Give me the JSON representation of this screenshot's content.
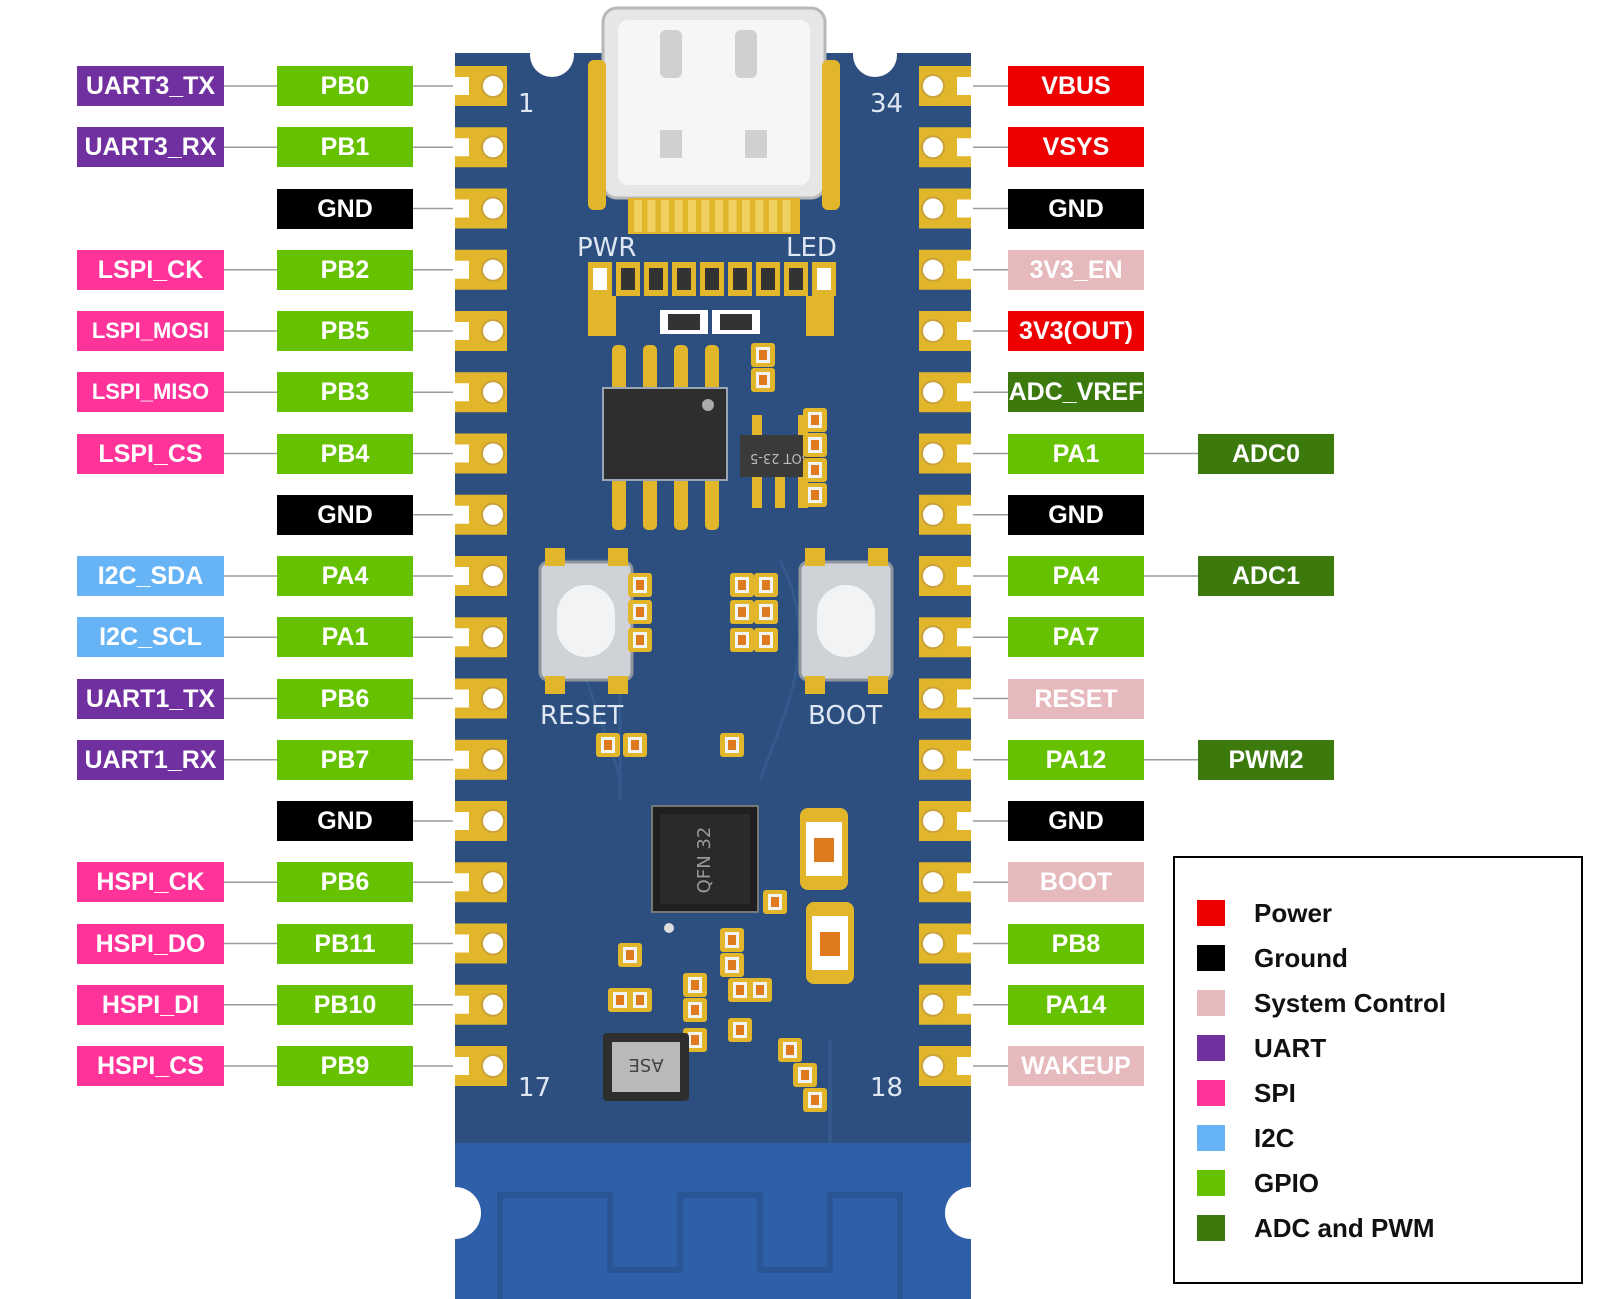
{
  "colors": {
    "power": "#ee0000",
    "ground": "#000000",
    "system": "#e6b9bd",
    "uart": "#7030a0",
    "spi": "#ff3399",
    "i2c": "#66b3f5",
    "gpio": "#66c200",
    "adcpwm": "#3d7a0e"
  },
  "board": {
    "pin_first": "1",
    "pin_right_top": "34",
    "pin_left_bottom": "17",
    "pin_right_bottom": "18",
    "pwr": "PWR",
    "led": "LED",
    "reset": "RESET",
    "boot": "BOOT",
    "chip": "QFN 32",
    "sot": "SOT 23-5",
    "crystal": "ASE"
  },
  "left_pins": [
    {
      "func": "UART3_TX",
      "func_type": "uart",
      "pin": "PB0",
      "pin_type": "gpio"
    },
    {
      "func": "UART3_RX",
      "func_type": "uart",
      "pin": "PB1",
      "pin_type": "gpio"
    },
    {
      "func": "",
      "func_type": "",
      "pin": "GND",
      "pin_type": "ground"
    },
    {
      "func": "LSPI_CK",
      "func_type": "spi",
      "pin": "PB2",
      "pin_type": "gpio"
    },
    {
      "func": "LSPI_MOSI",
      "func_type": "spi",
      "pin": "PB5",
      "pin_type": "gpio"
    },
    {
      "func": "LSPI_MISO",
      "func_type": "spi",
      "pin": "PB3",
      "pin_type": "gpio"
    },
    {
      "func": "LSPI_CS",
      "func_type": "spi",
      "pin": "PB4",
      "pin_type": "gpio"
    },
    {
      "func": "",
      "func_type": "",
      "pin": "GND",
      "pin_type": "ground"
    },
    {
      "func": "I2C_SDA",
      "func_type": "i2c",
      "pin": "PA4",
      "pin_type": "gpio"
    },
    {
      "func": "I2C_SCL",
      "func_type": "i2c",
      "pin": "PA1",
      "pin_type": "gpio"
    },
    {
      "func": "UART1_TX",
      "func_type": "uart",
      "pin": "PB6",
      "pin_type": "gpio"
    },
    {
      "func": "UART1_RX",
      "func_type": "uart",
      "pin": "PB7",
      "pin_type": "gpio"
    },
    {
      "func": "",
      "func_type": "",
      "pin": "GND",
      "pin_type": "ground"
    },
    {
      "func": "HSPI_CK",
      "func_type": "spi",
      "pin": "PB6",
      "pin_type": "gpio"
    },
    {
      "func": "HSPI_DO",
      "func_type": "spi",
      "pin": "PB11",
      "pin_type": "gpio"
    },
    {
      "func": "HSPI_DI",
      "func_type": "spi",
      "pin": "PB10",
      "pin_type": "gpio"
    },
    {
      "func": "HSPI_CS",
      "func_type": "spi",
      "pin": "PB9",
      "pin_type": "gpio"
    }
  ],
  "right_pins": [
    {
      "pin": "VBUS",
      "pin_type": "power",
      "extra": "",
      "extra_type": ""
    },
    {
      "pin": "VSYS",
      "pin_type": "power",
      "extra": "",
      "extra_type": ""
    },
    {
      "pin": "GND",
      "pin_type": "ground",
      "extra": "",
      "extra_type": ""
    },
    {
      "pin": "3V3_EN",
      "pin_type": "system",
      "extra": "",
      "extra_type": ""
    },
    {
      "pin": "3V3(OUT)",
      "pin_type": "power",
      "extra": "",
      "extra_type": ""
    },
    {
      "pin": "ADC_VREF",
      "pin_type": "adcpwm",
      "extra": "",
      "extra_type": ""
    },
    {
      "pin": "PA1",
      "pin_type": "gpio",
      "extra": "ADC0",
      "extra_type": "adcpwm"
    },
    {
      "pin": "GND",
      "pin_type": "ground",
      "extra": "",
      "extra_type": ""
    },
    {
      "pin": "PA4",
      "pin_type": "gpio",
      "extra": "ADC1",
      "extra_type": "adcpwm"
    },
    {
      "pin": "PA7",
      "pin_type": "gpio",
      "extra": "",
      "extra_type": ""
    },
    {
      "pin": "RESET",
      "pin_type": "system",
      "extra": "",
      "extra_type": ""
    },
    {
      "pin": "PA12",
      "pin_type": "gpio",
      "extra": "PWM2",
      "extra_type": "adcpwm"
    },
    {
      "pin": "GND",
      "pin_type": "ground",
      "extra": "",
      "extra_type": ""
    },
    {
      "pin": "BOOT",
      "pin_type": "system",
      "extra": "",
      "extra_type": ""
    },
    {
      "pin": "PB8",
      "pin_type": "gpio",
      "extra": "",
      "extra_type": ""
    },
    {
      "pin": "PA14",
      "pin_type": "gpio",
      "extra": "",
      "extra_type": ""
    },
    {
      "pin": "WAKEUP",
      "pin_type": "system",
      "extra": "",
      "extra_type": ""
    }
  ],
  "legend": [
    {
      "label": "Power",
      "type": "power"
    },
    {
      "label": "Ground",
      "type": "ground"
    },
    {
      "label": "System Control",
      "type": "system"
    },
    {
      "label": "UART",
      "type": "uart"
    },
    {
      "label": "SPI",
      "type": "spi"
    },
    {
      "label": "I2C",
      "type": "i2c"
    },
    {
      "label": "GPIO",
      "type": "gpio"
    },
    {
      "label": "ADC and PWM",
      "type": "adcpwm"
    }
  ]
}
